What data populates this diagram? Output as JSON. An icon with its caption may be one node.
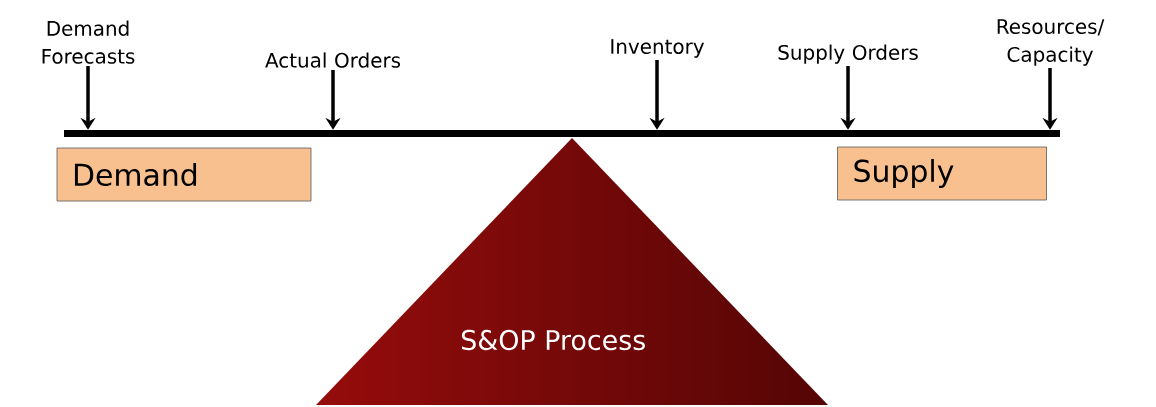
{
  "diagram": {
    "nodes": [
      {
        "text": [
          "Demand Forecasts"
        ]
      },
      {
        "text": [
          "Actual Orders"
        ]
      },
      {
        "text": [
          "Inventory"
        ]
      },
      {
        "text": [
          "Supply Orders"
        ]
      },
      {
        "text": [
          "Resources/ Capacity"
        ]
      },
      {
        "text": [],
        "shape": "bar"
      },
      {
        "text": [
          "Demand"
        ]
      },
      {
        "text": [
          "Supply"
        ]
      },
      {
        "text": [
          "S&OP Process"
        ]
      }
    ],
    "edges": [
      {
        "from": 0,
        "to": 5,
        "arrow": "to"
      },
      {
        "from": 1,
        "to": 5,
        "arrow": "to"
      },
      {
        "from": 2,
        "to": 5,
        "arrow": "to"
      },
      {
        "from": 3,
        "to": 5,
        "arrow": "to"
      },
      {
        "from": 4,
        "to": 5,
        "arrow": "to"
      }
    ]
  }
}
